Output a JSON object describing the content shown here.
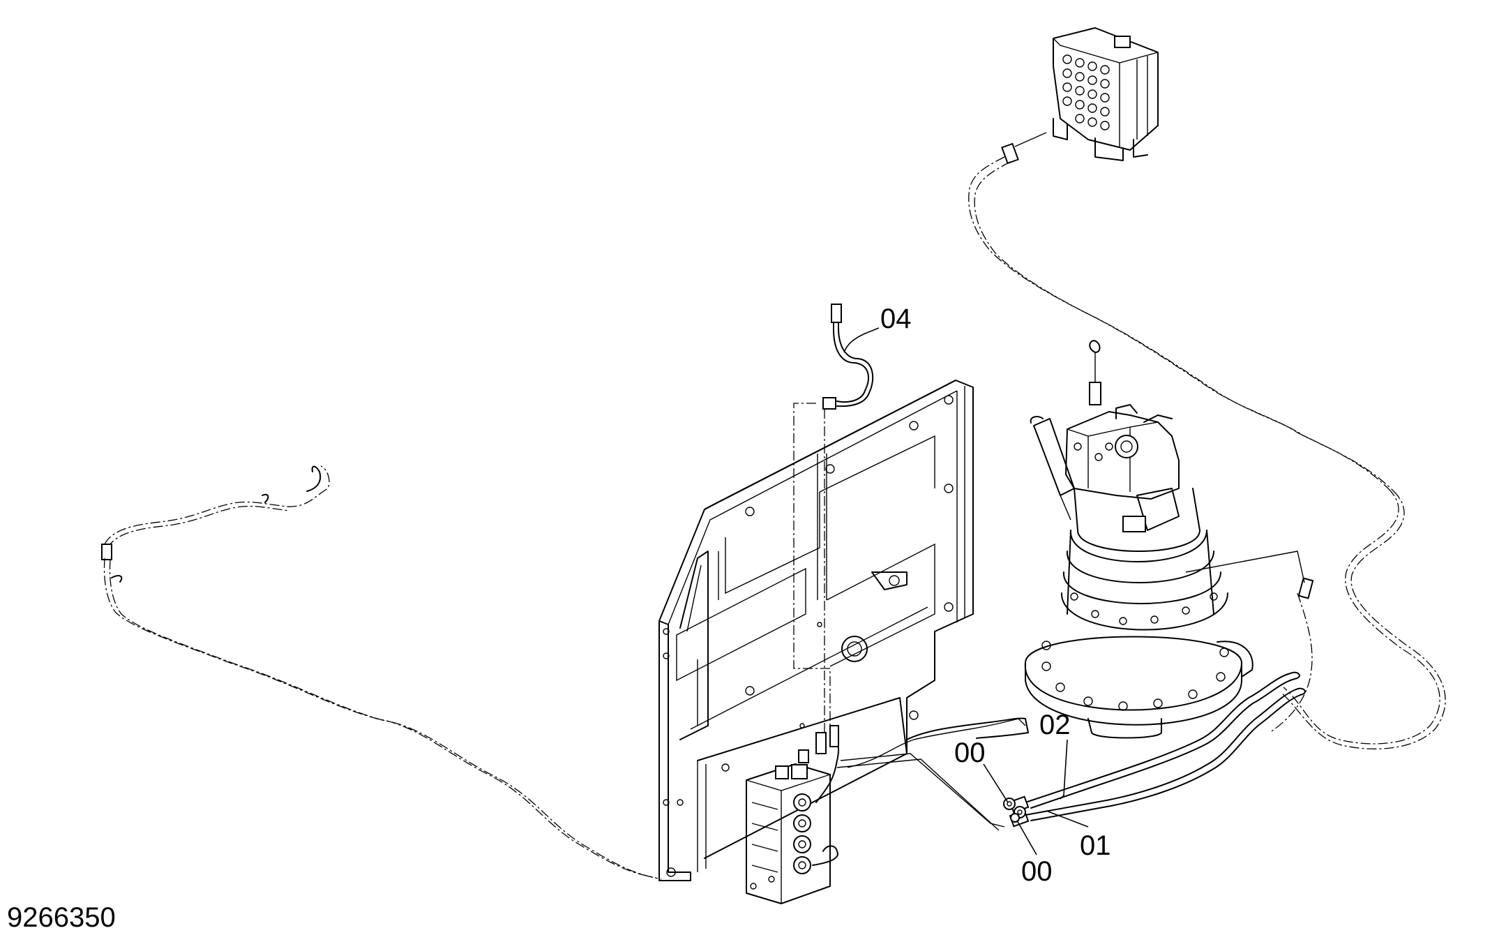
{
  "diagram": {
    "callouts": {
      "c04": "04",
      "c02": "02",
      "c00_upper": "00",
      "c00_lower": "00",
      "c01": "01"
    },
    "drawing_number": "9266350"
  }
}
